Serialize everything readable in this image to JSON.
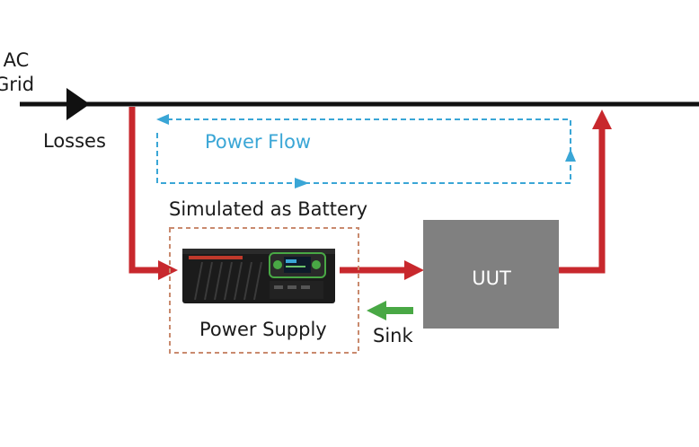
{
  "labels": {
    "ac_line1": "AC",
    "ac_line2": "Grid",
    "losses": "Losses",
    "power_flow": "Power Flow",
    "simulated_as_battery": "Simulated as Battery",
    "power_supply": "Power Supply",
    "uut": "UUT",
    "sink": "Sink"
  },
  "colors": {
    "grid_line": "#111111",
    "red_flow": "#c8282d",
    "blue_flow": "#3aa6d6",
    "green_sink": "#49a845",
    "uut_fill": "#808080",
    "dash_box": "#c98a6e"
  },
  "icons": {
    "grid_direction": "triangle-right-icon",
    "device": "power-supply-device-icon"
  }
}
